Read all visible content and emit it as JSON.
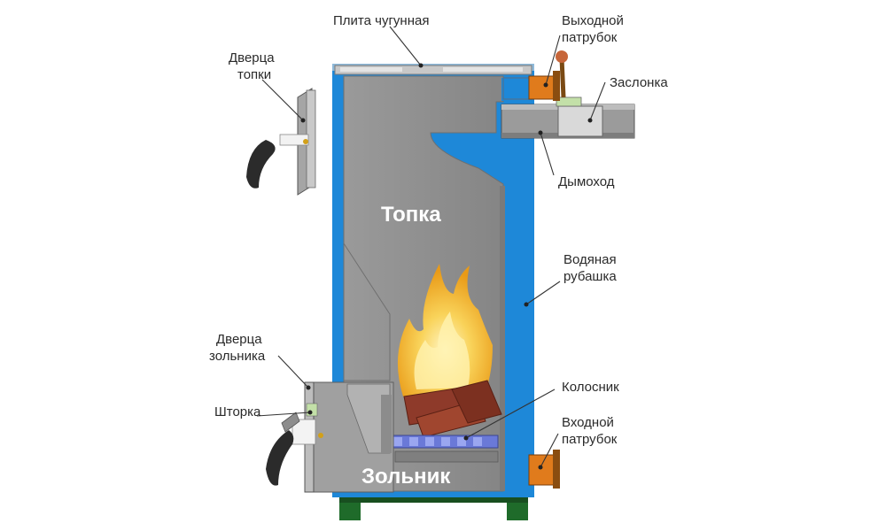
{
  "labels": {
    "plate": "Плита чугунная",
    "outlet_1": "Выходной",
    "outlet_2": "патрубок",
    "damper": "Заслонка",
    "door_1": "Дверца",
    "door_2": "топки",
    "chimney": "Дымоход",
    "furnace": "Топка",
    "jacket_1": "Водяная",
    "jacket_2": "рубашка",
    "ash_door_1": "Дверца",
    "ash_door_2": "зольника",
    "grate": "Колосник",
    "shutter": "Шторка",
    "inlet_1": "Входной",
    "inlet_2": "патрубок",
    "ashpit": "Зольник"
  },
  "colors": {
    "water_jacket": "#1e88d8",
    "steel": "#8f8f8f",
    "flame": "#f4b21e",
    "fitting": "#e07b1c",
    "legs": "#1f6b2a"
  }
}
